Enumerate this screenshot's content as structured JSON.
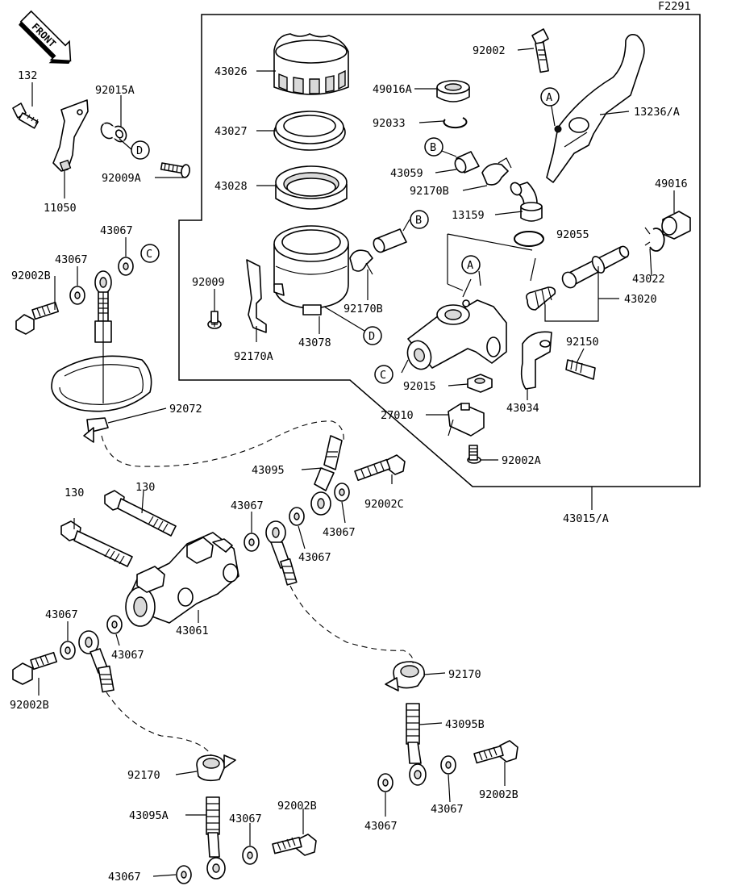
{
  "figure_code": "F2291",
  "front_marker": "FRONT",
  "ref_markers": [
    "A",
    "B",
    "C",
    "D"
  ],
  "part_labels": {
    "p132": "132",
    "p92015A": "92015A",
    "p92009A": "92009A",
    "p11050": "11050",
    "p43026": "43026",
    "p43027": "43027",
    "p43028": "43028",
    "p92009": "92009",
    "p92170A": "92170A",
    "p43078": "43078",
    "p92170B_low": "92170B",
    "p49016A": "49016A",
    "p92033": "92033",
    "p43059": "43059",
    "p92170B": "92170B",
    "p13159": "13159",
    "p92002_top": "92002",
    "p13236A": "13236/A",
    "p49016": "49016",
    "p92055": "92055",
    "p43022": "43022",
    "p43020": "43020",
    "p92150": "92150",
    "p92015": "92015",
    "p43034": "43034",
    "p27010": "27010",
    "p92002A": "92002A",
    "p43015A": "43015/A",
    "p43067_a": "43067",
    "p43067_b": "43067",
    "p92002B_a": "92002B",
    "p92072": "92072",
    "p43095": "43095",
    "p92002C": "92002C",
    "p43067_c": "43067",
    "p43067_d": "43067",
    "p43067_e": "43067",
    "p130_a": "130",
    "p130_b": "130",
    "p43061": "43061",
    "p43067_f": "43067",
    "p43067_g": "43067",
    "p92002B_b": "92002B",
    "p92170_r": "92170",
    "p43095B": "43095B",
    "p92002B_c": "92002B",
    "p43067_h": "43067",
    "p43067_i": "43067",
    "p92170_l": "92170",
    "p43095A": "43095A",
    "p92002B_d": "92002B",
    "p43067_j": "43067",
    "p43067_k": "43067"
  }
}
